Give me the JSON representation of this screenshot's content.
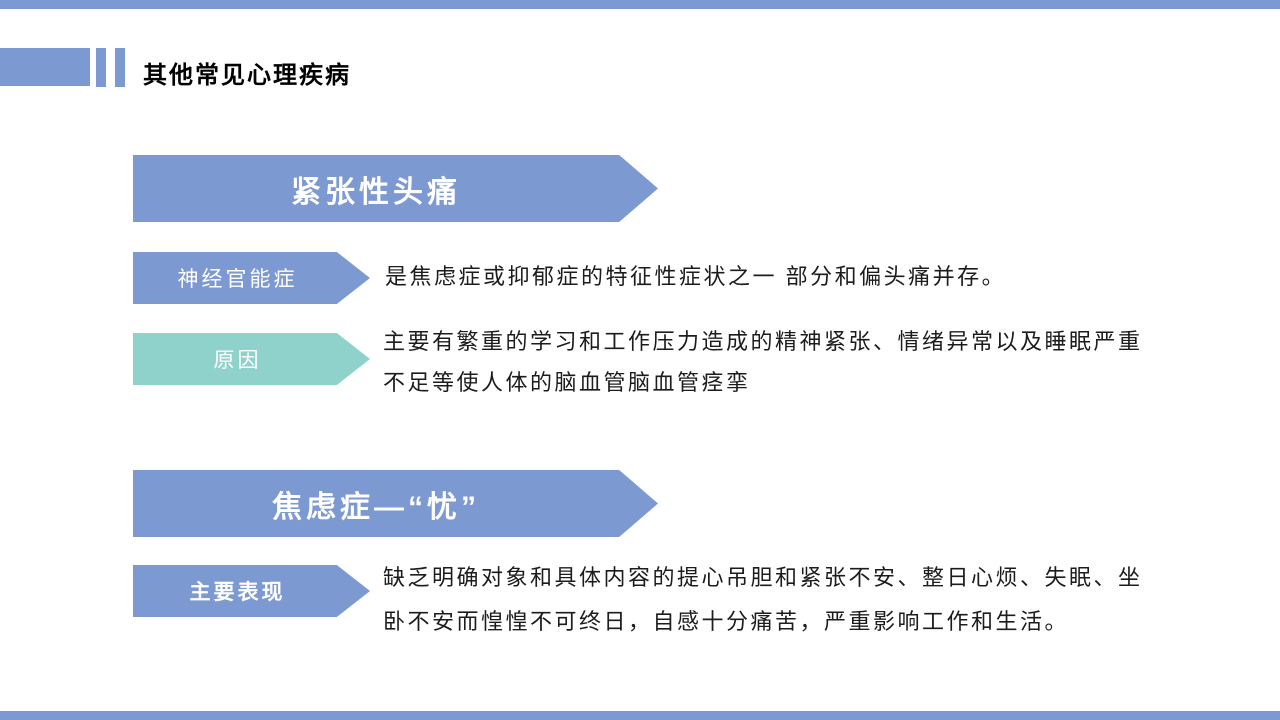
{
  "theme": {
    "background": "#FFFFFF",
    "accent_blue": "#7D99D1",
    "accent_teal": "#8FD2CC",
    "text_dark": "#1C1C1C",
    "banner_text": "#FFFFFF"
  },
  "header": {
    "title": "其他常见心理疾病"
  },
  "sections": [
    {
      "banner": "紧张性头痛",
      "rows": [
        {
          "label": "神经官能症",
          "style": "blue",
          "lines": [
            "是焦虑症或抑郁症的特征性症状之一 部分和偏头痛并存。"
          ]
        },
        {
          "label": "原因",
          "style": "teal",
          "lines": [
            "主要有繁重的学习和工作压力造成的精神紧张、情绪异常以及睡眠严重",
            "不足等使人体的脑血管脑血管痉挛"
          ]
        }
      ]
    },
    {
      "banner": "焦虑症—“忧”",
      "rows": [
        {
          "label": "主要表现",
          "style": "blue",
          "lines": [
            "缺乏明确对象和具体内容的提心吊胆和紧张不安、整日心烦、失眠、坐",
            "卧不安而惶惶不可终日，自感十分痛苦，严重影响工作和生活。"
          ]
        }
      ]
    }
  ]
}
